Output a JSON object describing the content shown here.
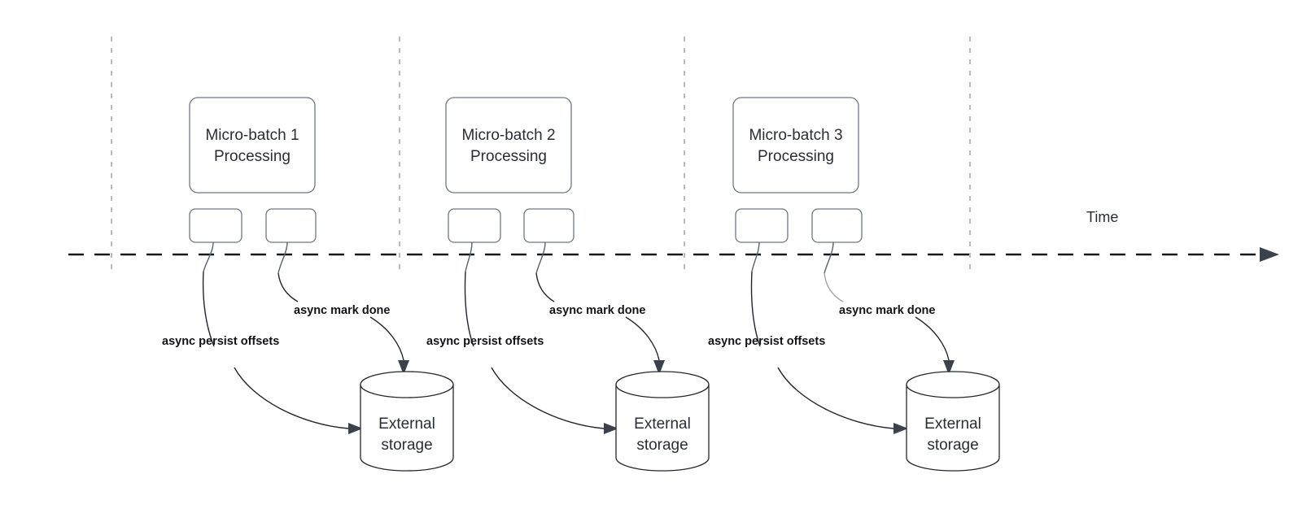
{
  "diagram": {
    "title_text": "",
    "axis": {
      "time_label": "Time",
      "arrow_icon": "arrow-right-icon"
    },
    "colors": {
      "shape_stroke": "#6f7681",
      "cylinder_stroke": "#23272c",
      "timeline": "#15181c",
      "guide_line": "#b8bcc2",
      "label_text": "#121417",
      "node_text": "#2a2e34",
      "background": "#ffffff"
    },
    "groups": [
      {
        "id": 1,
        "processing_label_line1": "Micro-batch 1",
        "processing_label_line2": "Processing",
        "task_boxes": [
          "",
          ""
        ],
        "persist_label": "async persist offsets",
        "mark_done_label": "async mark done",
        "storage_label_line1": "External",
        "storage_label_line2": "storage"
      },
      {
        "id": 2,
        "processing_label_line1": "Micro-batch 2",
        "processing_label_line2": "Processing",
        "task_boxes": [
          "",
          ""
        ],
        "persist_label": "async persist offsets",
        "mark_done_label": "async mark done",
        "storage_label_line1": "External",
        "storage_label_line2": "storage"
      },
      {
        "id": 3,
        "processing_label_line1": "Micro-batch 3",
        "processing_label_line2": "Processing",
        "task_boxes": [
          "",
          ""
        ],
        "persist_label": "async persist offsets",
        "mark_done_label": "async mark done",
        "storage_label_line1": "External",
        "storage_label_line2": "storage"
      }
    ]
  }
}
